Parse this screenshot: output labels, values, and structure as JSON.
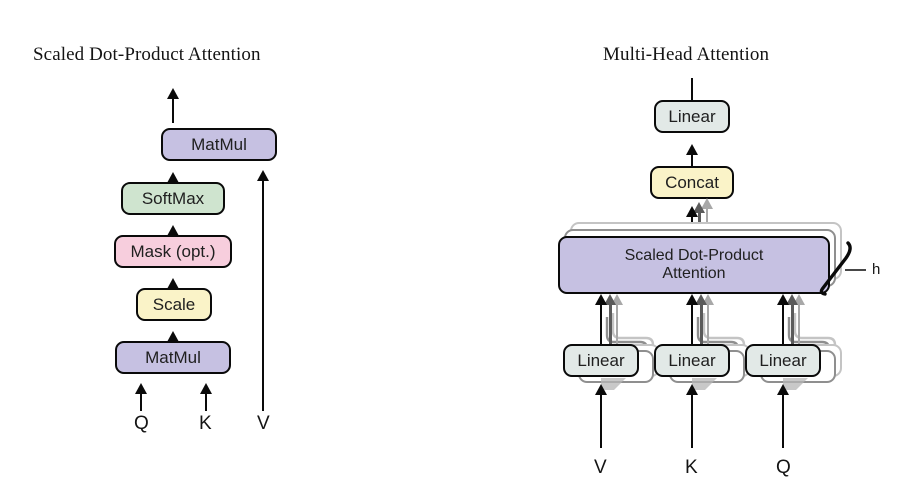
{
  "figure": {
    "left_panel": {
      "title": "Scaled Dot-Product Attention",
      "nodes": [
        {
          "id": "matmul-top",
          "label": "MatMul",
          "color": "#c6c1e2"
        },
        {
          "id": "softmax",
          "label": "SoftMax",
          "color": "#cfe4cf"
        },
        {
          "id": "mask",
          "label": "Mask (opt.)",
          "color": "#f7cedd"
        },
        {
          "id": "scale",
          "label": "Scale",
          "color": "#faf3c8"
        },
        {
          "id": "matmul-bottom",
          "label": "MatMul",
          "color": "#c6c1e2"
        }
      ],
      "inputs": [
        {
          "id": "input-q",
          "label": "Q"
        },
        {
          "id": "input-k",
          "label": "K"
        },
        {
          "id": "input-v",
          "label": "V"
        }
      ]
    },
    "right_panel": {
      "title": "Multi-Head Attention",
      "nodes": [
        {
          "id": "linear-out",
          "label": "Linear",
          "color": "#e2e9e7"
        },
        {
          "id": "concat",
          "label": "Concat",
          "color": "#faf3c8"
        },
        {
          "id": "sdpa",
          "label": "Scaled Dot-Product\nAttention",
          "line1": "Scaled Dot-Product",
          "line2": "Attention",
          "color": "#c6c1e2"
        },
        {
          "id": "linear-v",
          "label": "Linear",
          "color": "#e2e9e7"
        },
        {
          "id": "linear-k",
          "label": "Linear",
          "color": "#e2e9e7"
        },
        {
          "id": "linear-q",
          "label": "Linear",
          "color": "#e2e9e7"
        }
      ],
      "heads_annotation": "h",
      "inputs": [
        {
          "id": "input-v",
          "label": "V"
        },
        {
          "id": "input-k",
          "label": "K"
        },
        {
          "id": "input-q",
          "label": "Q"
        }
      ]
    },
    "colors": {
      "purple": "#c6c1e2",
      "green": "#cfe4cf",
      "pink": "#f7cedd",
      "yellow": "#faf3c8",
      "gray": "#e2e9e7",
      "stroke": "#0a0a0a",
      "ghost_mid": "#8f8f8f",
      "ghost_light": "#c4c4c4",
      "background": "#ffffff"
    }
  }
}
